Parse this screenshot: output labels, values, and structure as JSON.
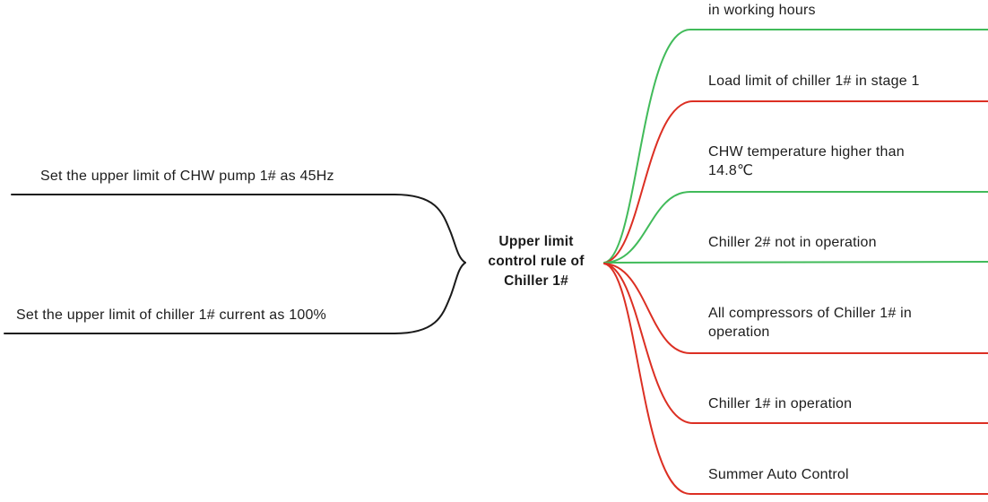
{
  "diagram": {
    "type": "mindmap",
    "background": "#ffffff",
    "line_colors": {
      "black": "#1a1a1a",
      "green": "#41bb5a",
      "red": "#dc2f23"
    },
    "center_node": {
      "label": "Upper limit\ncontrol rule of\nChiller 1#"
    },
    "left_branches": [
      {
        "label": "Set the upper limit of CHW pump 1# as 45Hz",
        "line_color": "#1a1a1a"
      },
      {
        "label": "Set the upper limit of chiller 1# current as 100%",
        "line_color": "#1a1a1a"
      }
    ],
    "right_branches": [
      {
        "label": "in working hours",
        "line_color": "#41bb5a"
      },
      {
        "label": "Load limit of chiller 1# in stage 1",
        "line_color": "#dc2f23"
      },
      {
        "label": "CHW temperature higher than\n14.8℃",
        "line_color": "#41bb5a"
      },
      {
        "label": "Chiller 2# not in operation",
        "line_color": "#41bb5a"
      },
      {
        "label": "All compressors of Chiller 1# in\noperation",
        "line_color": "#dc2f23"
      },
      {
        "label": "Chiller 1# in operation",
        "line_color": "#dc2f23"
      },
      {
        "label": "Summer Auto Control",
        "line_color": "#dc2f23"
      }
    ]
  }
}
